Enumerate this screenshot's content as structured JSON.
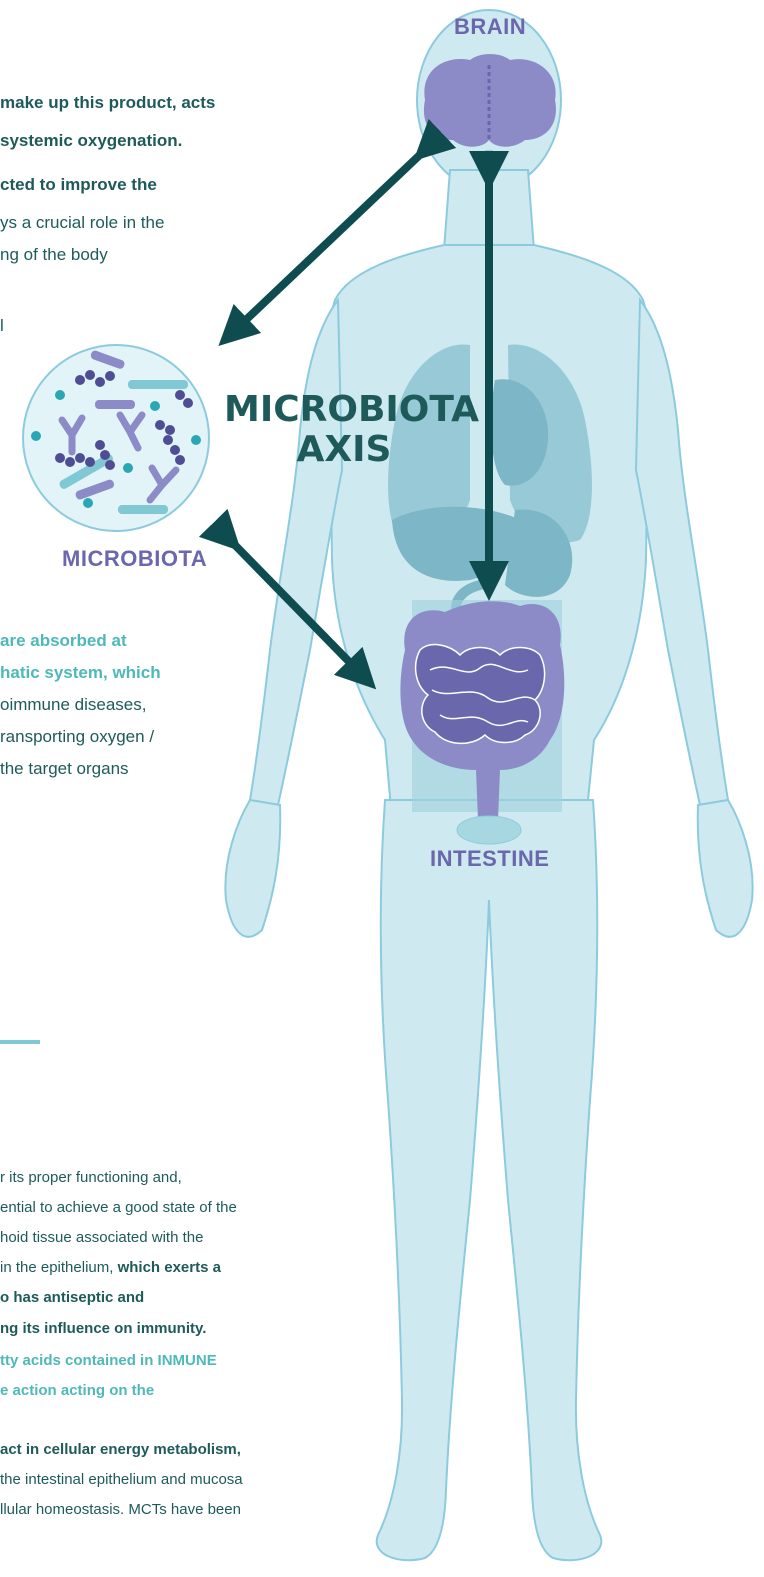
{
  "labels": {
    "brain": "BRAIN",
    "microbiota": "MICROBIOTA",
    "intestine": "INTESTINE",
    "axis_line1": "MICROBIOTA",
    "axis_line2": "AXIS"
  },
  "upper_text": {
    "l1": "make up this product, acts",
    "l2": "systemic oxygenation.",
    "l3": "cted to improve the",
    "l4": "ys a crucial role in the",
    "l5": "ng of the body",
    "l6": "l"
  },
  "middle_text": {
    "l1": "are absorbed at",
    "l2": "hatic system, which",
    "l3": "oimmune diseases,",
    "l4": "ransporting oxygen /",
    "l5": "the target organs"
  },
  "lower_text": {
    "l1": "r its proper functioning and,",
    "l2": "ential to achieve a good state of the",
    "l3": "hoid tissue associated with the",
    "l4a": "in the epithelium, ",
    "l4b": "which exerts a",
    "l5": "o has antiseptic and",
    "l6": "ng its influence on immunity.",
    "l7": "tty acids contained in INMUNE",
    "l8": "e action acting on the",
    "l9": "act in cellular energy metabolism,",
    "l10": "the intestinal epithelium and mucosa",
    "l11": "llular homeostasis. MCTs have been"
  },
  "colors": {
    "body_fill": "#cfe9f1",
    "body_stroke": "#8ccbde",
    "organ": "#7fb8c8",
    "purple": "#8c8bc8",
    "arrow": "#0f4c50",
    "teal_text": "#4fb8b8",
    "dark_text": "#1f5a5a"
  }
}
